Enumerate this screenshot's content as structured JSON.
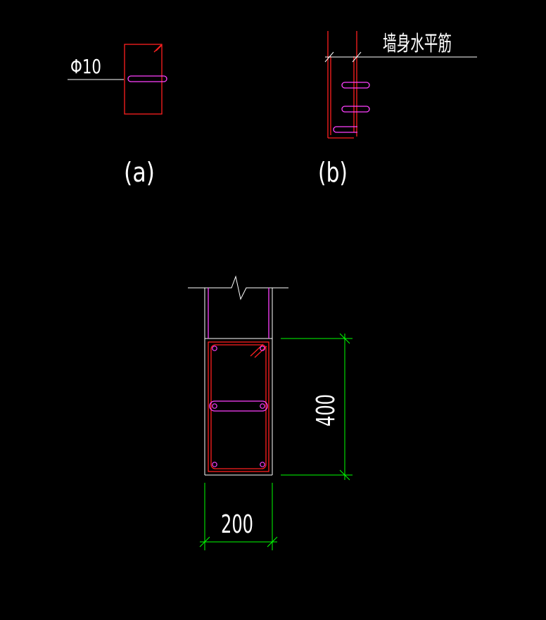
{
  "detail_a": {
    "bar_label": "Φ10",
    "caption": "(a)"
  },
  "detail_b": {
    "wall_bar_label": "墙身水平筋",
    "caption": "(b)"
  },
  "section": {
    "width_dim": "200",
    "height_dim": "400"
  },
  "colors": {
    "background": "#000000",
    "outline": "#ffffff",
    "rebar_red": "#ff2020",
    "rebar_magenta": "#ff40ff",
    "dimension_green": "#00ff00",
    "label_white": "#ffffff"
  }
}
